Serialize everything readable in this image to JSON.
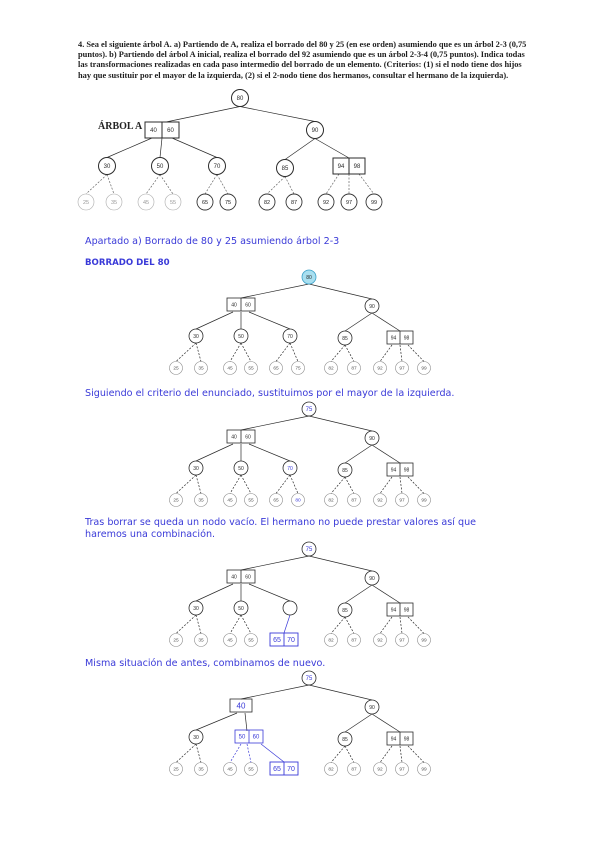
{
  "problem": {
    "number": "4.",
    "text": "Sea el siguiente árbol A. a) Partiendo de A, realiza el borrado del 80 y 25 (en ese orden) asumiendo que es un árbol 2-3 (0,75 puntos). b) Partiendo del árbol A inicial, realiza el borrado del 92 asumiendo que es un árbol 2-3-4 (0,75 puntos). Indica todas las transformaciones realizadas en cada paso intermedio del borrado de un elemento. (Criterios: (1) si el nodo tiene dos hijos hay que sustituir por el mayor de la izquierda, (2) si el 2-nodo tiene dos hermanos, consultar el hermano de la izquierda).",
    "tree_label": "ÁRBOL A"
  },
  "solution": {
    "section_title": "Apartado a)     Borrado de 80 y 25 asumiendo árbol 2-3",
    "step_heading": "BORRADO DEL 80",
    "note_1": "Siguiendo el criterio del enunciado, sustituimos por el mayor de la izquierda.",
    "note_2_line1": "Tras borrar se queda un nodo vacío. El hermano no puede prestar valores así que",
    "note_2_line2": "haremos una combinación.",
    "note_3": "Misma situación de antes, combinamos de nuevo."
  },
  "trees": {
    "original": {
      "root": "80",
      "left_keys": [
        "40",
        "60"
      ],
      "right": "90",
      "l1": "30",
      "l2": "50",
      "l3": "70",
      "r1": "85",
      "r2_keys": [
        "94",
        "98"
      ],
      "leaves": [
        "25",
        "35",
        "45",
        "55",
        "65",
        "75",
        "82",
        "87",
        "92",
        "97",
        "99"
      ]
    },
    "step0": {
      "root": "80",
      "left_keys": [
        "40",
        "60"
      ],
      "right": "90",
      "l1": "30",
      "l2": "50",
      "l3": "70",
      "r1": "85",
      "r2_keys": [
        "94",
        "98"
      ],
      "leaves": [
        "25",
        "35",
        "45",
        "55",
        "65",
        "75",
        "82",
        "87",
        "92",
        "97",
        "99"
      ]
    },
    "step1": {
      "root": "75",
      "left_keys": [
        "40",
        "60"
      ],
      "right": "90",
      "l1": "30",
      "l2": "50",
      "l3": "70",
      "r1": "85",
      "r2_keys": [
        "94",
        "98"
      ],
      "leaves": [
        "25",
        "35",
        "45",
        "55",
        "65",
        "80",
        "82",
        "87",
        "92",
        "97",
        "99"
      ]
    },
    "step2": {
      "root": "75",
      "left_keys": [
        "40",
        "60"
      ],
      "right": "90",
      "l1": "30",
      "l2": "50",
      "l3": "",
      "r1": "85",
      "r2_keys": [
        "94",
        "98"
      ],
      "leaves": [
        "25",
        "35",
        "45",
        "55",
        "82",
        "87",
        "92",
        "97",
        "99"
      ],
      "merged_leaf": [
        "65",
        "70"
      ]
    },
    "step3": {
      "root": "75",
      "left": "40",
      "right": "90",
      "l1": "30",
      "l2_keys": [
        "50",
        "60"
      ],
      "r1": "85",
      "r2_keys": [
        "94",
        "98"
      ],
      "leaves": [
        "25",
        "35",
        "45",
        "55",
        "82",
        "87",
        "92",
        "97",
        "99"
      ],
      "merged_leaf": [
        "65",
        "70"
      ]
    }
  },
  "colors": {
    "ink": "#2b2b2b",
    "faded": "#8c8c8c",
    "hand_blue": "#3a3ad8",
    "highlight": "#a8dff0"
  }
}
